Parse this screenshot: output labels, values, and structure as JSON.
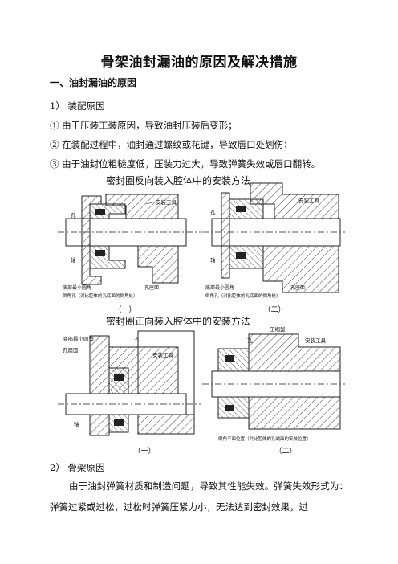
{
  "doc": {
    "title": "骨架油封漏油的原因及解决措施",
    "section1": "一、油封漏油的原因",
    "item1": "1）  装配原因",
    "cause1": "① 由于压装工装原因，导致油封压装后变形；",
    "cause2": "② 在装配过程中，油封通过螺纹或花键，导致唇口处划伤；",
    "cause3": "③ 由于油封位粗糙度低，压装力过大，导致弹簧失效或唇口翻转。",
    "item2": "2）  骨架原因",
    "para": "由于油封弹簧材质和制造问题，导致其性能失效。弹簧失效形式为：弹簧过紧或过松，过松时弹簧压紧力小，无法达到密封效果，过"
  },
  "figure_top": {
    "heading": "密封圈反向装入腔体中的安装方法",
    "left": {
      "label_tool": "安装工具",
      "label_hole": "孔",
      "label_shaft": "轴",
      "label_a": "底部最小圆角",
      "label_b": "倒角孔（对比腔体的孔底面的倒角处）",
      "label_c": "孔座面",
      "caption": "（一）"
    },
    "right": {
      "label_tool": "安装工具",
      "label_hole": "孔",
      "label_shaft": "轴",
      "label_a": "底部最小圆角",
      "label_b": "倒角孔（对比腔体的孔底面的倒角处）",
      "label_c": "孔座面",
      "caption": "（二）"
    }
  },
  "figure_bottom": {
    "heading": "密封圈正向装入腔体中的安装方法",
    "left": {
      "label_a": "底部最小圆角",
      "label_c": "孔座面",
      "label_hole": "孔",
      "label_tool": "安装工具",
      "label_shaft": "轴",
      "caption": "（一）"
    },
    "right": {
      "label_tool": "安装工具",
      "label_hole": "孔",
      "label_top": "压缩型",
      "label_b": "倒角平面位置（对比腔体的孔端面的安装位置）",
      "caption": "（二）"
    }
  }
}
